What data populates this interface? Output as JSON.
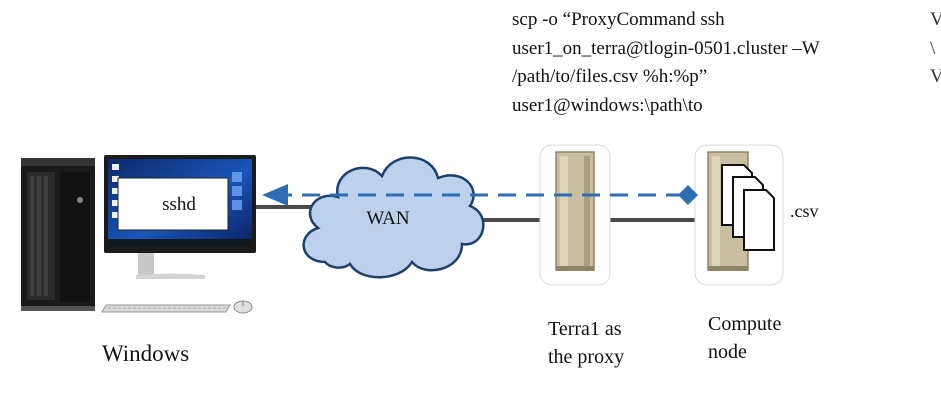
{
  "command": {
    "lines": [
      "scp -o “ProxyCommand ssh",
      "user1_on_terra@tlogin-0501.cluster –W",
      "/path/to/files.csv %h:%p”",
      "user1@windows:\\path\\to"
    ],
    "clipped_edge": [
      "V",
      "\\",
      "V"
    ]
  },
  "windows": {
    "label": "Windows",
    "screen_text": "sshd"
  },
  "wan": {
    "label": "WAN"
  },
  "proxy": {
    "label_line1": "Terra1 as",
    "label_line2": "the proxy"
  },
  "compute": {
    "label_line1": "Compute",
    "label_line2": "node",
    "file_ext": ".csv"
  },
  "colors": {
    "arrow": "#2f6db5",
    "cloud_fill": "#bcd2ec",
    "cloud_stroke": "#1f3f6b",
    "server_fill": "#c9bfa0",
    "line": "#4a4a4a"
  }
}
